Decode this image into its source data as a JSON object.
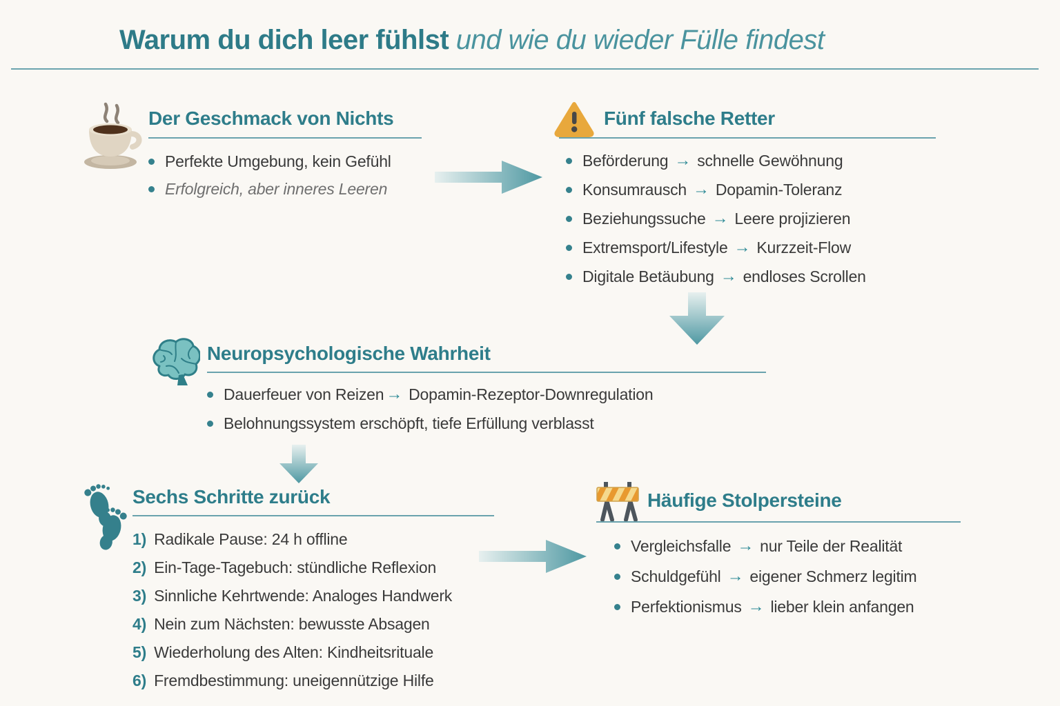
{
  "title": {
    "bold": "Warum du dich leer fühlst",
    "italic": "und wie du wieder Fülle findest"
  },
  "colors": {
    "accent_teal": "#2e7d8a",
    "light_teal": "#dfecec",
    "arrow_teal": "#4e98a2",
    "amber": "#e8a83c",
    "body_text": "#3a3a3a",
    "muted_text": "#6f6f6f",
    "background": "#faf8f4"
  },
  "sections": {
    "taste": {
      "icon": "coffee-cup-icon",
      "heading": "Der Geschmack von Nichts",
      "bullets": [
        {
          "text": "Perfekte Umgebung, kein Gefühl"
        },
        {
          "text": "Erfolgreich, aber inneres Leeren"
        }
      ]
    },
    "rescuers": {
      "icon": "warning-triangle-icon",
      "heading": "Fünf falsche Retter",
      "bullets": [
        {
          "pre": "Beförderung",
          "arrow": "→",
          "post": "schnelle Gewöhnung"
        },
        {
          "pre": "Konsumrausch",
          "arrow": "→",
          "post": "Dopamin-Toleranz"
        },
        {
          "pre": "Beziehungssuche",
          "arrow": "→",
          "post": "Leere projizieren"
        },
        {
          "pre": "Extremsport/Lifestyle",
          "arrow": "→",
          "post": "Kurzzeit-Flow"
        },
        {
          "pre": "Digitale Betäubung",
          "arrow": "→",
          "post": "endloses Scrollen"
        }
      ]
    },
    "neuro": {
      "icon": "brain-icon",
      "heading": "Neuropsychologische Wahrheit",
      "bullets": [
        {
          "pre": "Dauerfeuer von Reizen",
          "arrow": "→",
          "post": "Dopamin-Rezeptor-Downregulation"
        },
        {
          "text": "Belohnungssystem erschöpft, tiefe Erfüllung verblasst"
        }
      ]
    },
    "steps": {
      "icon": "footprints-icon",
      "heading": "Sechs Schritte zurück",
      "items": [
        {
          "num": "1)",
          "text": "Radikale Pause: 24 h offline"
        },
        {
          "num": "2)",
          "text": "Ein-Tage-Tagebuch: stündliche Reflexion"
        },
        {
          "num": "3)",
          "text": "Sinnliche Kehrtwende: Analoges Handwerk"
        },
        {
          "num": "4)",
          "text": "Nein zum Nächsten: bewusste Absagen"
        },
        {
          "num": "5)",
          "text": "Wiederholung des Alten: Kindheitsrituale"
        },
        {
          "num": "6)",
          "text": "Fremdbestimmung: uneigennützige Hilfe"
        }
      ]
    },
    "obstacles": {
      "icon": "barrier-icon",
      "heading": "Häufige Stolpersteine",
      "bullets": [
        {
          "pre": "Vergleichsfalle",
          "arrow": "→",
          "post": "nur Teile der Realität"
        },
        {
          "pre": "Schuldgefühl",
          "arrow": "→",
          "post": "eigener Schmerz legitim"
        },
        {
          "pre": "Perfektionismus",
          "arrow": "→",
          "post": "lieber klein anfangen"
        }
      ]
    }
  }
}
